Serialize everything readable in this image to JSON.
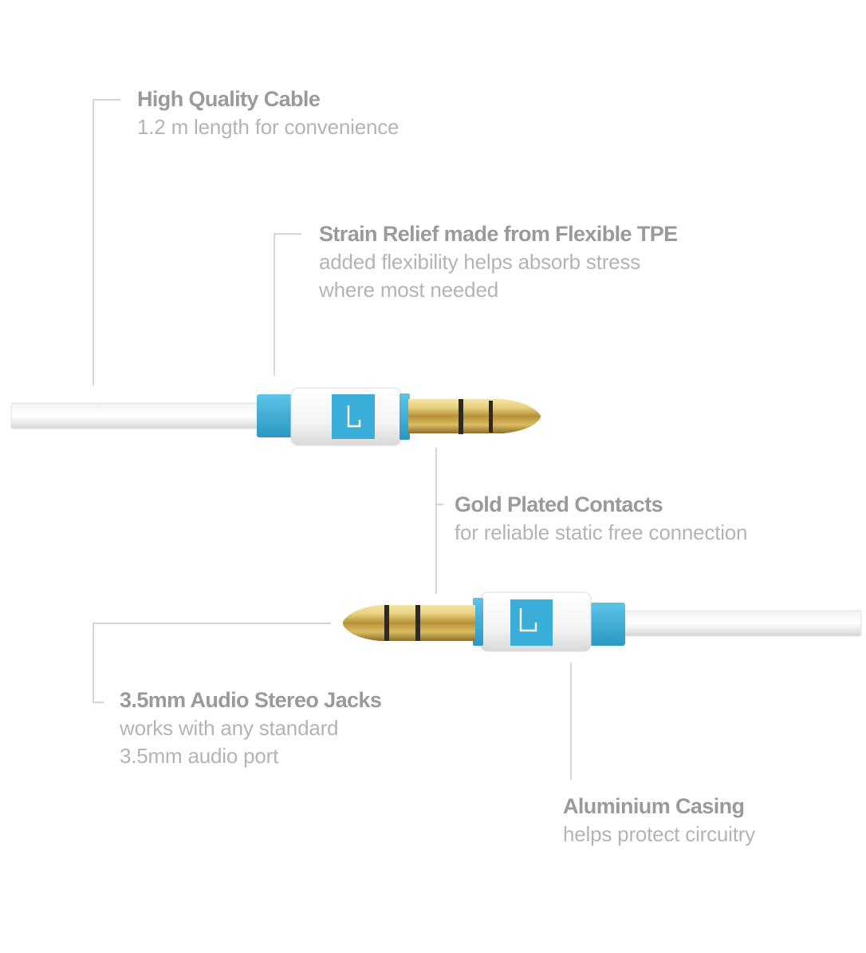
{
  "callouts": {
    "cable": {
      "title": "High Quality Cable",
      "desc": [
        "1.2 m length for convenience"
      ]
    },
    "strain": {
      "title": "Strain Relief made from Flexible TPE",
      "desc": [
        "added flexibility helps absorb stress",
        "where most needed"
      ]
    },
    "gold": {
      "title": "Gold Plated Contacts",
      "desc": [
        "for reliable static free connection"
      ]
    },
    "jack": {
      "title": "3.5mm Audio Stereo Jacks",
      "desc": [
        "works with any standard",
        "3.5mm audio port"
      ]
    },
    "casing": {
      "title": "Aluminium Casing",
      "desc": [
        "helps protect circuitry"
      ]
    }
  },
  "colors": {
    "text_title": "#9a9a9a",
    "text_desc": "#b4b4b4",
    "accent_blue": "#3aaed8",
    "gold": "#c9a94a",
    "leader_line": "#bdbdbd"
  },
  "icons": [
    "audio-plug-illustration",
    "brand-logo-icon"
  ]
}
